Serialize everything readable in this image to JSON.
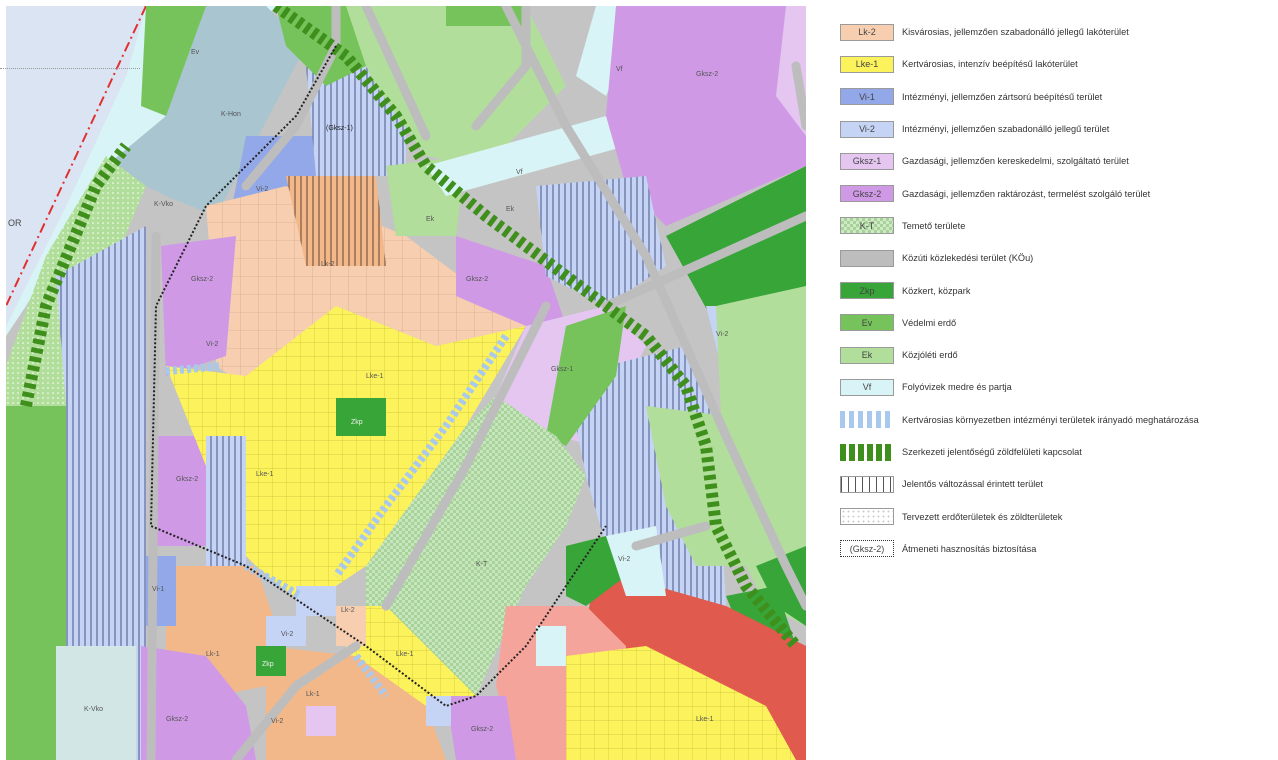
{
  "legend": [
    {
      "code": "Lk-2",
      "text": "Kisvárosias, jellemzően szabadonálló jellegű lakóterület",
      "color": "#f7cfb0",
      "pattern": "solid"
    },
    {
      "code": "Lke-1",
      "text": "Kertvárosias, intenzív beépítésű lakóterület",
      "color": "#fbf25c",
      "pattern": "solid"
    },
    {
      "code": "Vi-1",
      "text": "Intézményi, jellemzően zártsorú beépítésű terület",
      "color": "#93a8e8",
      "pattern": "solid"
    },
    {
      "code": "Vi-2",
      "text": "Intézményi, jellemzően szabadonálló jellegű terület",
      "color": "#c5d3f4",
      "pattern": "solid"
    },
    {
      "code": "Gksz-1",
      "text": "Gazdasági, jellemzően kereskedelmi, szolgáltató terület",
      "color": "#e4c6f1",
      "pattern": "solid"
    },
    {
      "code": "Gksz-2",
      "text": "Gazdasági, jellemzően raktározást, termelést szolgáló terület",
      "color": "#cf99e6",
      "pattern": "solid"
    },
    {
      "code": "K-T",
      "text": "Temető területe",
      "color": "#a7d39b",
      "pattern": "checker"
    },
    {
      "code": "",
      "text": "Közúti közlekedési terület (KÖu)",
      "color": "#bdbdbd",
      "pattern": "solid"
    },
    {
      "code": "Zkp",
      "text": "Közkert, közpark",
      "color": "#38a538",
      "pattern": "solid"
    },
    {
      "code": "Ev",
      "text": "Védelmi erdő",
      "color": "#76c35b",
      "pattern": "solid"
    },
    {
      "code": "Ek",
      "text": "Közjóléti erdő",
      "color": "#b1de9a",
      "pattern": "solid"
    },
    {
      "code": "Vf",
      "text": "Folyóvizek medre és partja",
      "color": "#d9f4f6",
      "pattern": "solid"
    },
    {
      "code": "",
      "text": "Kertvárosias környezetben intézményi területek irányadó meghatározása",
      "color": "#a9c8ee",
      "pattern": "dashes-blue"
    },
    {
      "code": "",
      "text": "Szerkezeti jelentőségű zöldfelületi kapcsolat",
      "color": "#3f8f1c",
      "pattern": "dashes-green"
    },
    {
      "code": "",
      "text": "Jelentős változással érintett terület",
      "color": "#555555",
      "pattern": "vlines"
    },
    {
      "code": "",
      "text": "Tervezett erdőterületek és zöldterületek",
      "color": "#cccccc",
      "pattern": "dots"
    },
    {
      "code": "(Gksz-2)",
      "text": "Átmeneti hasznosítás biztosítása",
      "color": "#333333",
      "pattern": "dotted-border"
    }
  ],
  "map": {
    "labels": [
      {
        "text": "OR"
      },
      {
        "text": "K-Hon"
      },
      {
        "text": "K-Vko"
      },
      {
        "text": "K-Vko"
      },
      {
        "text": "(Gksz-1)"
      },
      {
        "text": "Vi-2"
      },
      {
        "text": "Vi-2"
      },
      {
        "text": "Lk-2"
      },
      {
        "text": "Lke-1"
      },
      {
        "text": "Lke-1"
      },
      {
        "text": "Gksz-2"
      },
      {
        "text": "Gksz-2"
      },
      {
        "text": "Gksz-2"
      },
      {
        "text": "Gksz-1"
      },
      {
        "text": "Gksz-2"
      },
      {
        "text": "Gksz-2"
      },
      {
        "text": "K-T"
      },
      {
        "text": "Vf"
      },
      {
        "text": "Vf"
      },
      {
        "text": "Ek"
      },
      {
        "text": "Ek"
      },
      {
        "text": "Ev"
      },
      {
        "text": "Zkp"
      },
      {
        "text": "Zkp"
      },
      {
        "text": "Vi-2"
      },
      {
        "text": "Vi-2"
      },
      {
        "text": "Vi-1"
      },
      {
        "text": "Vi-2"
      },
      {
        "text": "Lk-1"
      },
      {
        "text": "Lk-1"
      },
      {
        "text": "Lke-1"
      },
      {
        "text": "Lke-1"
      },
      {
        "text": "Lk-2"
      },
      {
        "text": "Vi-2"
      },
      {
        "text": "Gksz-2"
      }
    ]
  }
}
